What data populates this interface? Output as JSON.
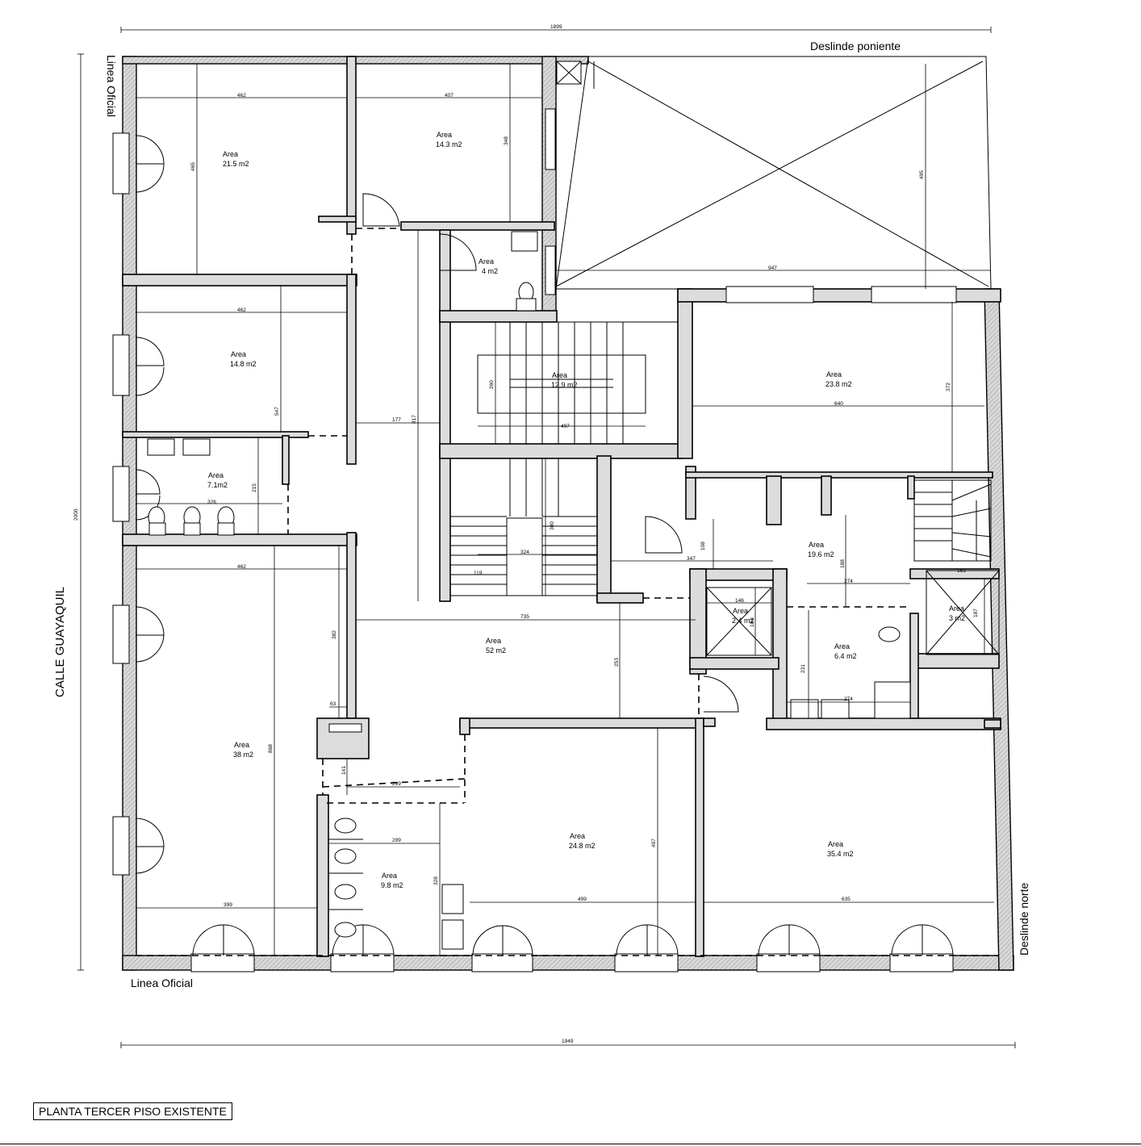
{
  "labels": {
    "deslinde_poniente": "Deslinde poniente",
    "deslinde_norte": "Deslinde norte",
    "linea_oficial_top": "Linea Oficial",
    "linea_oficial_bottom": "Linea Oficial",
    "calle": "CALLE GUAYAQUIL",
    "title": "PLANTA TERCER PISO EXISTENTE"
  },
  "rooms": [
    {
      "name": "Area",
      "area": "21.5 m2"
    },
    {
      "name": "Area",
      "area": "14.3 m2"
    },
    {
      "name": "Area",
      "area": "4 m2"
    },
    {
      "name": "Area",
      "area": "14.8 m2"
    },
    {
      "name": "Area",
      "area": "12.9 m2"
    },
    {
      "name": "Area",
      "area": "23.8 m2"
    },
    {
      "name": "Area",
      "area": "7.1m2"
    },
    {
      "name": "Area",
      "area": "19.6 m2"
    },
    {
      "name": "Area",
      "area": "2.4 m2"
    },
    {
      "name": "Area",
      "area": "3 m2"
    },
    {
      "name": "Area",
      "area": "52 m2"
    },
    {
      "name": "Area",
      "area": "6.4 m2"
    },
    {
      "name": "Area",
      "area": "38 m2"
    },
    {
      "name": "Area",
      "area": "24.8 m2"
    },
    {
      "name": "Area",
      "area": "35.4 m2"
    },
    {
      "name": "Area",
      "area": "9.8 m2"
    }
  ],
  "dimensions": [
    "1899",
    "1949",
    "2000",
    "462",
    "407",
    "465",
    "348",
    "495",
    "947",
    "462",
    "547",
    "177",
    "817",
    "260",
    "497",
    "640",
    "372",
    "326",
    "215",
    "300",
    "324",
    "119",
    "108",
    "347",
    "188",
    "274",
    "161",
    "146",
    "187",
    "104",
    "462",
    "382",
    "735",
    "253",
    "231",
    "274",
    "63",
    "141",
    "299",
    "299",
    "868",
    "328",
    "497",
    "399",
    "499",
    "635"
  ]
}
